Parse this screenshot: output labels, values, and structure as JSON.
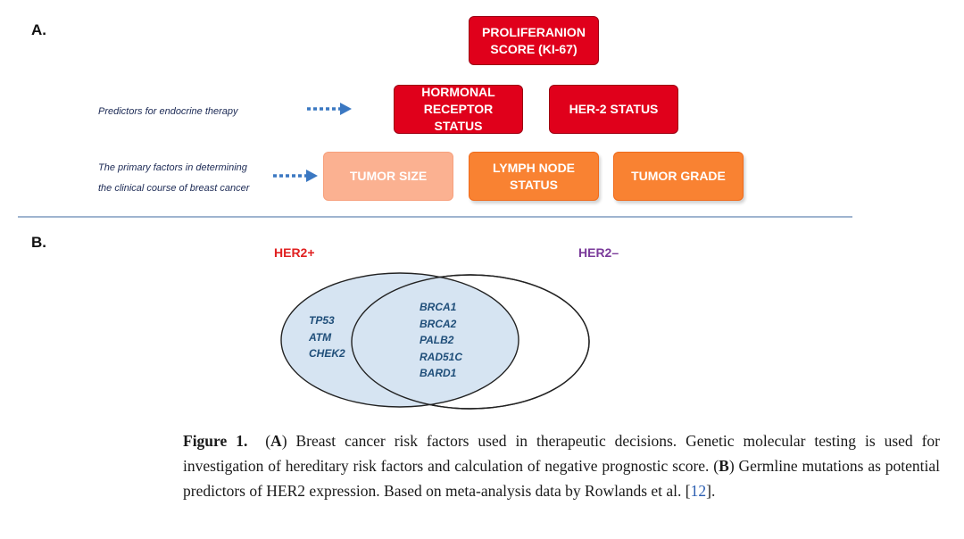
{
  "panel_a": {
    "label": "A.",
    "top_box": "PROLIFERANION\nSCORE (KI-67)",
    "row1": {
      "caption": "Predictors for endocrine therapy",
      "boxes": [
        "HORMONAL\nRECEPTOR STATUS",
        "HER-2 STATUS"
      ]
    },
    "row2": {
      "caption": "The primary factors in determining\nthe clinical course of breast cancer",
      "boxes": [
        "TUMOR SIZE",
        "LYMPH NODE\nSTATUS",
        "TUMOR GRADE"
      ]
    },
    "colors": {
      "red": "#e0001b",
      "orange": "#f98232",
      "orange_light": "#fbb191",
      "arrow": "#3b78c2"
    }
  },
  "panel_b": {
    "label": "B.",
    "left_set": {
      "title": "HER2+",
      "color": "#e02020",
      "fill": "#d6e4f2"
    },
    "right_set": {
      "title": "HER2–",
      "color": "#7a3a9a"
    },
    "left_only_genes": [
      "TP53",
      "ATM",
      "CHEK2"
    ],
    "intersection_genes": [
      "BRCA1",
      "BRCA2",
      "PALB2",
      "RAD51C",
      "BARD1"
    ]
  },
  "caption": {
    "figure_label": "Figure 1.",
    "part_a_label": "A",
    "part_a_text": " Breast cancer risk factors used in therapeutic decisions. Genetic molecular testing is used for investigation of hereditary risk factors and calculation of negative prognostic score. ",
    "part_b_label": "B",
    "part_b_text": " Germline mutations as potential predictors of HER2 expression. Based on meta-analysis data by Rowlands et al. ",
    "reference": "12",
    "end": "."
  }
}
